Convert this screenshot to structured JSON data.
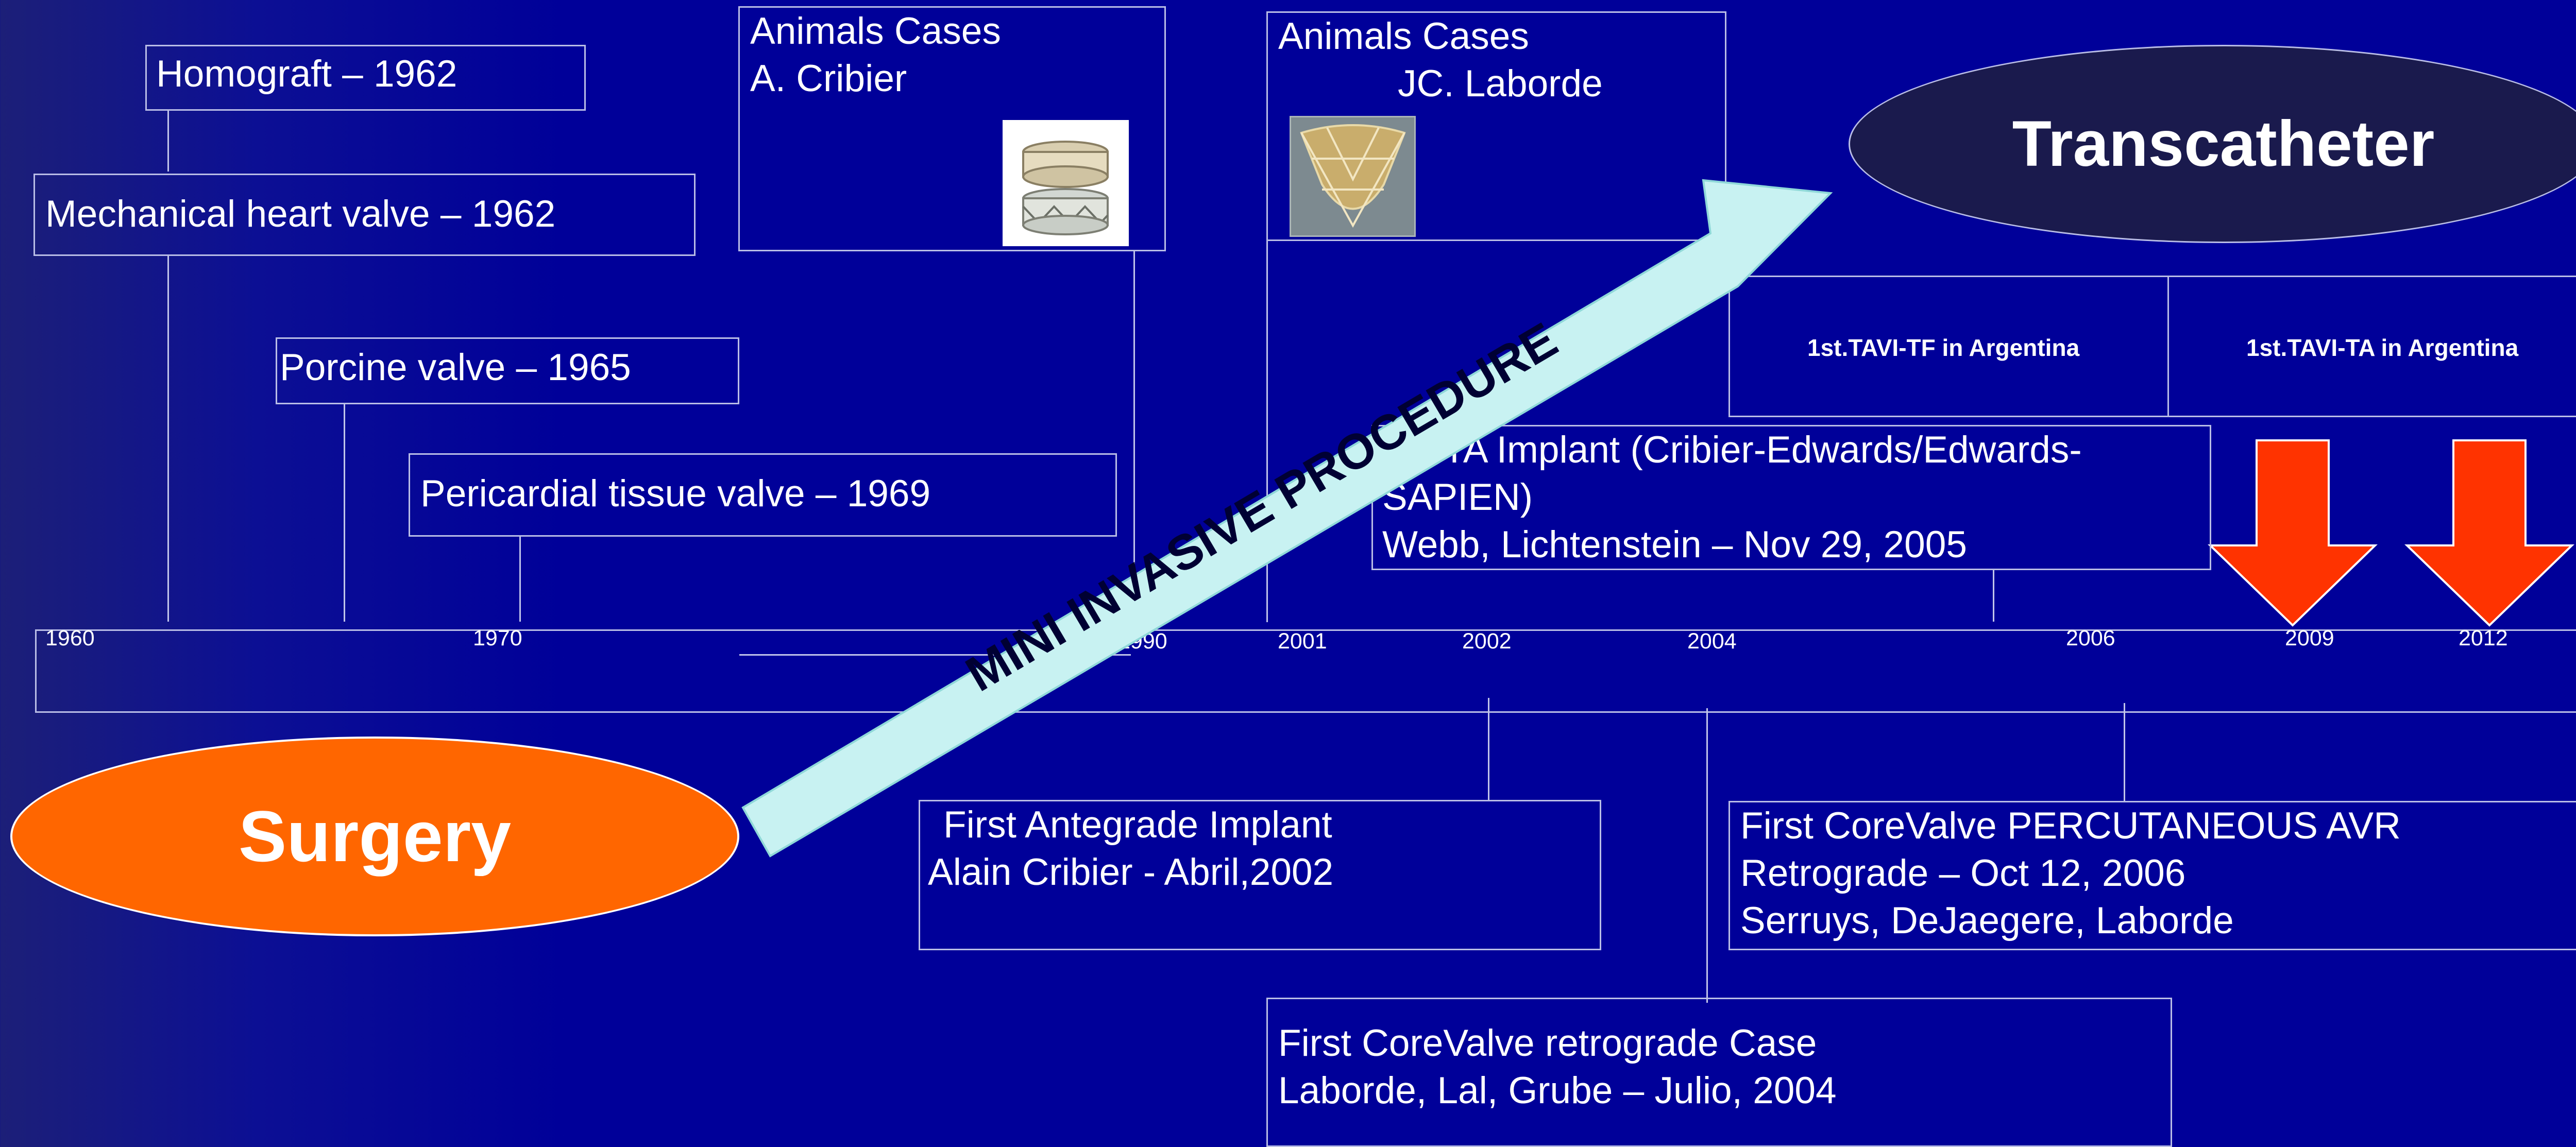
{
  "events": {
    "homograft": "Homograft – 1962",
    "mechanical": "Mechanical heart valve – 1962",
    "porcine": "Porcine valve – 1965",
    "pericardial": "Pericardial tissue valve – 1969",
    "animals_cribier_title": "Animals Cases",
    "animals_cribier_name": "A. Cribier",
    "animals_laborde_title": "Animals Cases",
    "animals_laborde_name": "JC. Laborde",
    "ta_implant_l1": "1st.TA Implant (Cribier-Edwards/Edwards-",
    "ta_implant_l2": "SAPIEN)",
    "ta_implant_l3": "Webb, Lichtenstein – Nov 29, 2005",
    "antegrade_l1": "First Antegrade Implant",
    "antegrade_l2": "Alain Cribier  - Abril,2002",
    "corevalve_perc_l1": "First CoreValve PERCUTANEOUS AVR",
    "corevalve_perc_l2": "Retrograde – Oct 12, 2006",
    "corevalve_perc_l3": "Serruys, DeJaegere, Laborde",
    "corevalve_retro_l1": "First CoreValve retrograde Case",
    "corevalve_retro_l2": "Laborde, Lal, Grube – Julio, 2004"
  },
  "argentina": {
    "tf": "1st.TAVI-TF in Argentina",
    "ta": "1st.TAVI-TA in Argentina"
  },
  "years": [
    "1960",
    "1970",
    "1990",
    "2001",
    "2002",
    "2004",
    "2006",
    "2009",
    "2012"
  ],
  "labels": {
    "surgery": "Surgery",
    "transcatheter": "Transcatheter",
    "arrow": "MINI INVASIVE PROCEDURE"
  },
  "colors": {
    "background": "#000099",
    "surgery": "#ff6600",
    "transcatheter": "#1a1a4d",
    "arrow": "#c8f2f2",
    "down_arrows": "#ff3300"
  }
}
